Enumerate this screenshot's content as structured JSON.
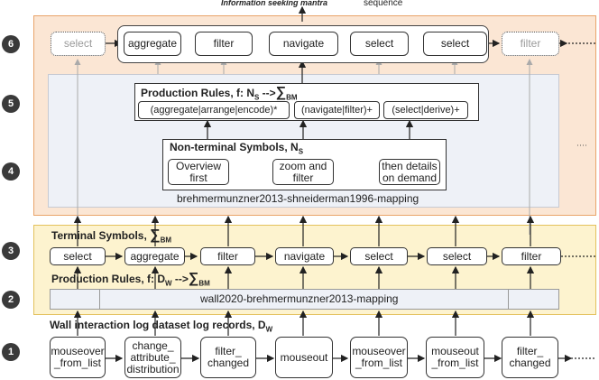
{
  "header": {
    "mantra": "Information seeking mantra",
    "sequence": "sequence"
  },
  "levels": [
    "1",
    "2",
    "3",
    "4",
    "5",
    "6"
  ],
  "level6": {
    "items": [
      "select",
      "aggregate",
      "filter",
      "navigate",
      "select",
      "select",
      "filter"
    ]
  },
  "level5": {
    "title_main": "Production Rules, f: N",
    "title_sub_s": "S",
    "title_arrow": " -->",
    "title_sigma": "∑",
    "title_sub_bm": "BM",
    "rules": [
      "(aggregate|arrange|encode)*",
      "(navigate|filter)+",
      "(select|derive)+"
    ]
  },
  "level4": {
    "title_main": "Non-terminal Symbols, N",
    "title_sub": "S",
    "items": [
      "Overview first",
      "zoom and filter",
      "then details on demand"
    ],
    "mapping": "brehmermunzner2013-shneiderman1996-mapping"
  },
  "level3": {
    "title_main": "Terminal Symbols, ",
    "title_sigma": "∑",
    "title_sub": "BM",
    "items": [
      "select",
      "aggregate",
      "filter",
      "navigate",
      "select",
      "select",
      "filter"
    ]
  },
  "level2": {
    "title_main": "Production Rules, f: D",
    "title_sub_w": "W",
    "title_arrow": " -->",
    "title_sigma": "∑",
    "title_sub_bm": "BM",
    "mapping": "wall2020-brehmermunzner2013-mapping"
  },
  "level1": {
    "title_main": "Wall interaction log dataset log records, D",
    "title_sub": "W",
    "items": [
      "mouseover _from_list",
      "change_ attribute_ distribution",
      "filter_ changed",
      "mouseout",
      "mouseover _from_list",
      "mouseout _from_list",
      "filter_ changed"
    ]
  },
  "colors": {
    "top_band": "#fbe6d4",
    "top_band_border": "#e9a46a",
    "mid_band": "#fdf3cf",
    "mid_band_border": "#e3c15c",
    "inner_panel": "#eef1f7",
    "badge": "#3a3a3a"
  }
}
